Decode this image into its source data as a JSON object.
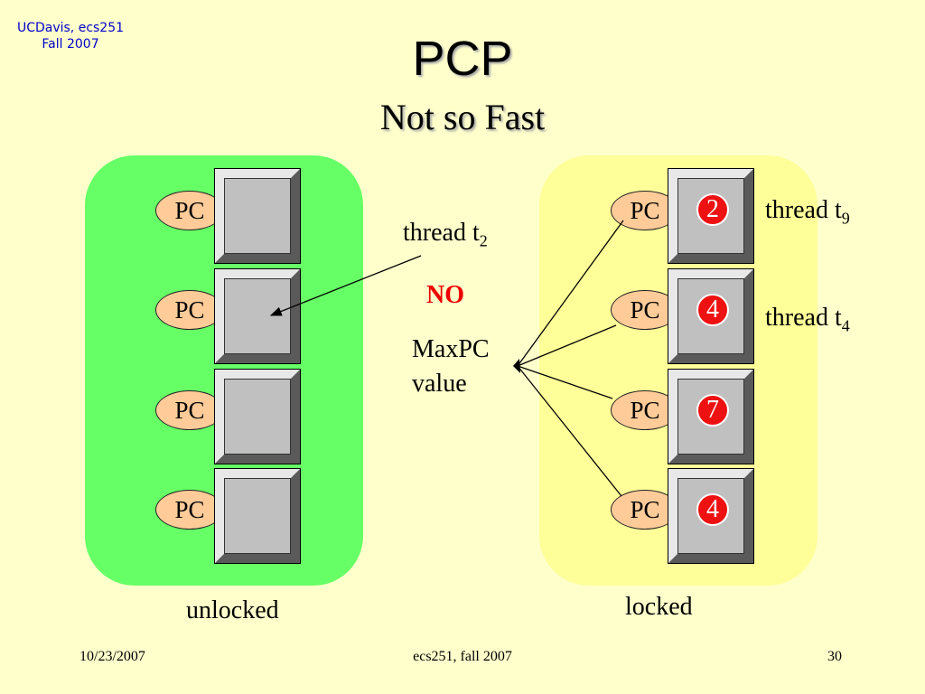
{
  "header": {
    "corner_line1": "UCDavis, ecs251",
    "corner_line2": "Fall 2007",
    "title": "PCP",
    "subtitle": "Not so Fast"
  },
  "unlocked": {
    "label": "unlocked",
    "rows": [
      {
        "pc": "PC"
      },
      {
        "pc": "PC"
      },
      {
        "pc": "PC"
      },
      {
        "pc": "PC"
      }
    ]
  },
  "locked": {
    "label": "locked",
    "rows": [
      {
        "pc": "PC",
        "value": "2"
      },
      {
        "pc": "PC",
        "value": "4"
      },
      {
        "pc": "PC",
        "value": "7"
      },
      {
        "pc": "PC",
        "value": "4"
      }
    ]
  },
  "annotations": {
    "thread_t2": "thread t",
    "thread_t2_sub": "2",
    "no": "NO",
    "maxpc_line1": "MaxPC",
    "maxpc_line2": "value",
    "thread_t9": "thread t",
    "thread_t9_sub": "9",
    "thread_t4": "thread t",
    "thread_t4_sub": "4"
  },
  "footer": {
    "date": "10/23/2007",
    "course": "ecs251, fall 2007",
    "page": "30"
  },
  "colors": {
    "unlocked_panel": "#66ff66",
    "locked_panel": "#ffff99",
    "pc_oval": "#ffcc99",
    "value_circle": "#ee1111",
    "no_text": "#ee0000"
  }
}
